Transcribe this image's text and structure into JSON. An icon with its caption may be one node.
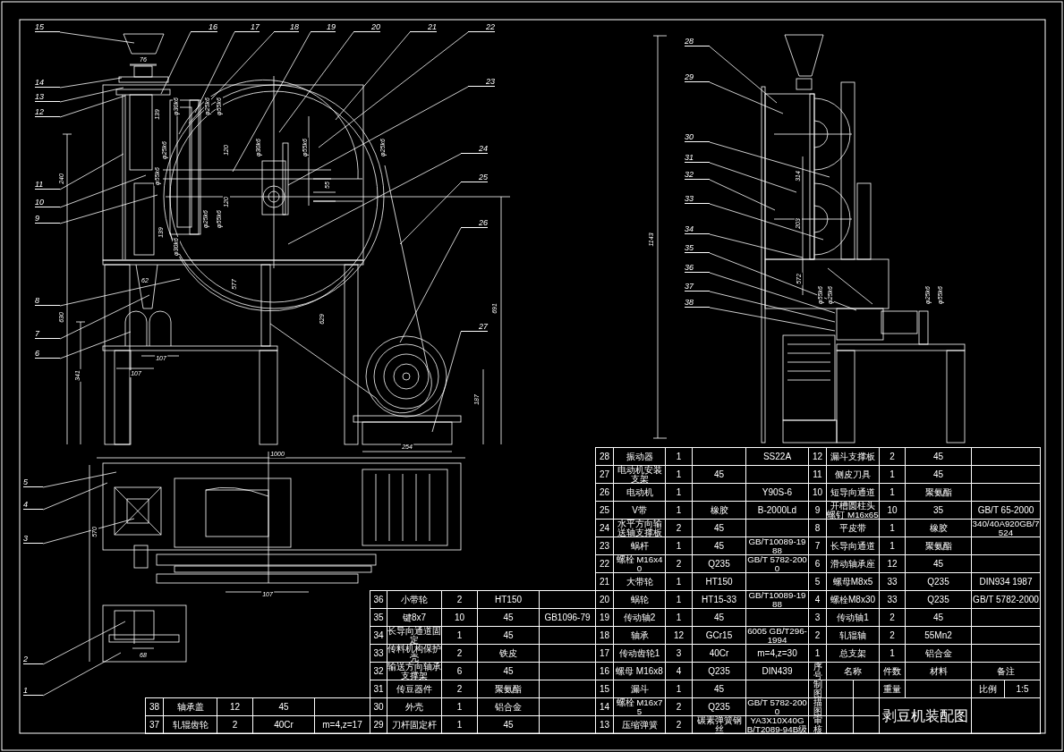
{
  "diagram": {
    "title": "剥豆机装配图",
    "nodes": [
      {
        "text": [
          "1"
        ]
      },
      {
        "text": [
          "2"
        ]
      },
      {
        "text": [
          "3"
        ]
      },
      {
        "text": [
          "4"
        ]
      },
      {
        "text": [
          "5"
        ]
      },
      {
        "text": [
          "6"
        ]
      },
      {
        "text": [
          "7"
        ]
      },
      {
        "text": [
          "8"
        ]
      },
      {
        "text": [
          "9"
        ]
      },
      {
        "text": [
          "10"
        ]
      },
      {
        "text": [
          "11"
        ]
      },
      {
        "text": [
          "12"
        ]
      },
      {
        "text": [
          "13"
        ]
      },
      {
        "text": [
          "14"
        ]
      },
      {
        "text": [
          "15"
        ]
      },
      {
        "text": [
          "16"
        ]
      },
      {
        "text": [
          "17"
        ]
      },
      {
        "text": [
          "18"
        ]
      },
      {
        "text": [
          "19"
        ]
      },
      {
        "text": [
          "20"
        ]
      },
      {
        "text": [
          "21"
        ]
      },
      {
        "text": [
          "22"
        ]
      },
      {
        "text": [
          "23"
        ]
      },
      {
        "text": [
          "24"
        ]
      },
      {
        "text": [
          "25"
        ]
      },
      {
        "text": [
          "26"
        ]
      },
      {
        "text": [
          "27"
        ]
      },
      {
        "text": [
          "28"
        ]
      },
      {
        "text": [
          "29"
        ]
      },
      {
        "text": [
          "30"
        ]
      },
      {
        "text": [
          "31"
        ]
      },
      {
        "text": [
          "32"
        ]
      },
      {
        "text": [
          "33"
        ]
      },
      {
        "text": [
          "34"
        ]
      },
      {
        "text": [
          "35"
        ]
      },
      {
        "text": [
          "36"
        ]
      },
      {
        "text": [
          "37"
        ]
      },
      {
        "text": [
          "38"
        ]
      }
    ],
    "edges": [
      {
        "from": 0,
        "to": null,
        "arrow": "none"
      },
      {
        "from": 1,
        "to": null,
        "arrow": "none"
      },
      {
        "from": 2,
        "to": null,
        "arrow": "none"
      },
      {
        "from": 3,
        "to": null,
        "arrow": "none"
      },
      {
        "from": 4,
        "to": null,
        "arrow": "none"
      },
      {
        "from": 5,
        "to": null,
        "arrow": "none"
      },
      {
        "from": 6,
        "to": null,
        "arrow": "none"
      },
      {
        "from": 7,
        "to": null,
        "arrow": "none"
      },
      {
        "from": 8,
        "to": null,
        "arrow": "none"
      },
      {
        "from": 9,
        "to": null,
        "arrow": "none"
      },
      {
        "from": 10,
        "to": null,
        "arrow": "none"
      },
      {
        "from": 11,
        "to": null,
        "arrow": "none"
      },
      {
        "from": 12,
        "to": null,
        "arrow": "none"
      },
      {
        "from": 13,
        "to": null,
        "arrow": "none"
      },
      {
        "from": 14,
        "to": null,
        "arrow": "none"
      },
      {
        "from": 15,
        "to": null,
        "arrow": "none"
      },
      {
        "from": 16,
        "to": null,
        "arrow": "none"
      },
      {
        "from": 17,
        "to": null,
        "arrow": "none"
      },
      {
        "from": 18,
        "to": null,
        "arrow": "none"
      },
      {
        "from": 19,
        "to": null,
        "arrow": "none"
      },
      {
        "from": 20,
        "to": null,
        "arrow": "none"
      },
      {
        "from": 21,
        "to": null,
        "arrow": "none"
      },
      {
        "from": 22,
        "to": null,
        "arrow": "none"
      },
      {
        "from": 23,
        "to": null,
        "arrow": "none"
      },
      {
        "from": 24,
        "to": null,
        "arrow": "none"
      },
      {
        "from": 25,
        "to": null,
        "arrow": "none"
      },
      {
        "from": 26,
        "to": null,
        "arrow": "none"
      },
      {
        "from": 27,
        "to": null,
        "arrow": "none"
      },
      {
        "from": 28,
        "to": null,
        "arrow": "none"
      },
      {
        "from": 29,
        "to": null,
        "arrow": "none"
      },
      {
        "from": 30,
        "to": null,
        "arrow": "none"
      },
      {
        "from": 31,
        "to": null,
        "arrow": "none"
      },
      {
        "from": 32,
        "to": null,
        "arrow": "none"
      },
      {
        "from": 33,
        "to": null,
        "arrow": "none"
      },
      {
        "from": 34,
        "to": null,
        "arrow": "none"
      },
      {
        "from": 35,
        "to": null,
        "arrow": "none"
      },
      {
        "from": 36,
        "to": null,
        "arrow": "none"
      },
      {
        "from": 37,
        "to": null,
        "arrow": "none"
      }
    ],
    "labels": [
      "76",
      "240",
      "630",
      "341",
      "62",
      "107",
      "107",
      "577",
      "629",
      "691",
      "187",
      "254",
      "1000",
      "570",
      "107",
      "68",
      "1143",
      "314",
      "203",
      "572",
      "φ55k6",
      "φ25k6",
      "φ25k6",
      "φ55k6",
      "φ30k6",
      "φ25k6",
      "φ55k6",
      "139",
      "φ25k6",
      "φ55k6",
      "120",
      "φ30k6",
      "φ55k6",
      "φ25k6",
      "55",
      "120",
      "φ25k6",
      "φ55k6",
      "139",
      "φ30k6",
      "28",
      "振动器",
      "1",
      "SS22A",
      "12",
      "漏斗支撑板",
      "2",
      "45",
      "27",
      "电动机安装支架",
      "1",
      "45",
      "11",
      "侧皮刀具",
      "1",
      "45",
      "26",
      "电动机",
      "1",
      "Y90S-6",
      "10",
      "短导向通道",
      "1",
      "聚氨酯",
      "25",
      "V带",
      "1",
      "橡胶",
      "B-2000Ld",
      "9",
      "开槽圆柱头螺钉 M16x65",
      "10",
      "35",
      "GB/T 65-2000",
      "24",
      "水平方向输送轴支撑板",
      "2",
      "45",
      "8",
      "平皮带",
      "1",
      "橡胶",
      "340/40A920GB/7524",
      "23",
      "蜗杆",
      "1",
      "45",
      "GB/T10089-1988",
      "7",
      "长导向通道",
      "1",
      "聚氨酯",
      "22",
      "螺栓 M16x40",
      "2",
      "Q235",
      "GB/T 5782-2000",
      "6",
      "滑动轴承座",
      "12",
      "45",
      "21",
      "大带轮",
      "1",
      "HT150",
      "5",
      "螺母M8x5",
      "33",
      "Q235",
      "DIN934 1987",
      "20",
      "蜗轮",
      "1",
      "HT15-33",
      "GB/T10089-1988",
      "4",
      "螺栓M8x30",
      "33",
      "Q235",
      "GB/T 5782-2000",
      "19",
      "传动轴2",
      "1",
      "45",
      "3",
      "传动轴1",
      "2",
      "45",
      "18",
      "轴承",
      "12",
      "GCr15",
      "6005 GB/T296-1994",
      "2",
      "轧辊轴",
      "2",
      "55Mn2",
      "17",
      "传动齿轮1",
      "3",
      "40Cr",
      "m=4,z=30",
      "1",
      "总支架",
      "1",
      "铝合金",
      "16",
      "螺母 M16x8",
      "4",
      "Q235",
      "DIN439",
      "序号",
      "名称",
      "件数",
      "材料",
      "备注",
      "15",
      "漏斗",
      "1",
      "45",
      "制图",
      "重量",
      "比例",
      "1:5",
      "14",
      "螺栓 M16x75",
      "2",
      "Q235",
      "GB/T 5782-2000",
      "描图",
      "13",
      "压缩弹簧",
      "2",
      "碳素弹簧钢丝",
      "YA3X10X40GB/T2089-94B级",
      "审核",
      "36",
      "小带轮",
      "2",
      "HT150",
      "35",
      "键8x7",
      "10",
      "45",
      "GB1096-79",
      "34",
      "长导向通道固定",
      "1",
      "45",
      "33",
      "传料机构保护壳",
      "2",
      "铁皮",
      "32",
      "输送方向轴承支撑架",
      "6",
      "45",
      "31",
      "传豆器件",
      "2",
      "聚氨酯",
      "30",
      "外壳",
      "1",
      "铝合金",
      "29",
      "刀杆固定杆",
      "1",
      "45",
      "38",
      "轴承盖",
      "12",
      "45",
      "37",
      "轧辊齿轮",
      "2",
      "40Cr",
      "m=4,z=17"
    ]
  }
}
